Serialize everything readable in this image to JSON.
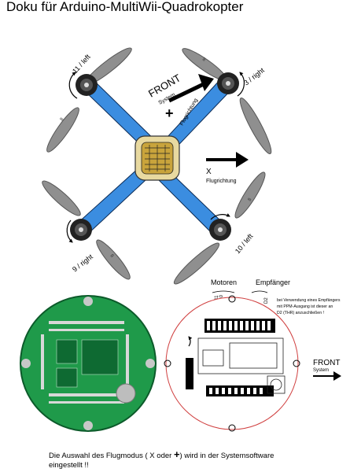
{
  "header": {
    "title": "Doku für Arduino-MultiWii-Quadrokopter"
  },
  "quad": {
    "motors": [
      {
        "label": "11 / left",
        "blade_mark": "8"
      },
      {
        "label": "3 / right",
        "blade_mark": "8"
      },
      {
        "label": "9 / right",
        "blade_mark": "8"
      },
      {
        "label": "10 / left",
        "blade_mark": "8"
      }
    ],
    "plus_front_label": "FRONT",
    "plus_system_label": "System",
    "plus_direction_label": "Flugrichtung",
    "plus_mode_symbol": "+",
    "x_mode_symbol": "X",
    "x_direction_label": "Flugrichtung"
  },
  "boards": {
    "motoren_label": "Motoren",
    "empfaenger_label": "Empfänger",
    "motor_pins": [
      "D11",
      "D10",
      "D9",
      "D3"
    ],
    "receiver_pin": "D2",
    "ppm_note": [
      "bei Verwendung eines Empfängers",
      "mit PPM-Ausgang  ist dieser an",
      "D2 (THR) anzuschließen !"
    ],
    "front_label": "FRONT",
    "system_label": "System"
  },
  "footer": {
    "note_before": "Die Auswahl des Flugmodus ( X oder ",
    "note_symbol": "+",
    "note_after": ") wird in der Systemsoftware eingestellt !!"
  },
  "colors": {
    "arm_blue": "#3b8de0",
    "pcb_green": "#1f9a4a",
    "board_gold": "#c9a43c",
    "propeller_gray": "#8a8a8a",
    "outline_red": "#d04040"
  }
}
